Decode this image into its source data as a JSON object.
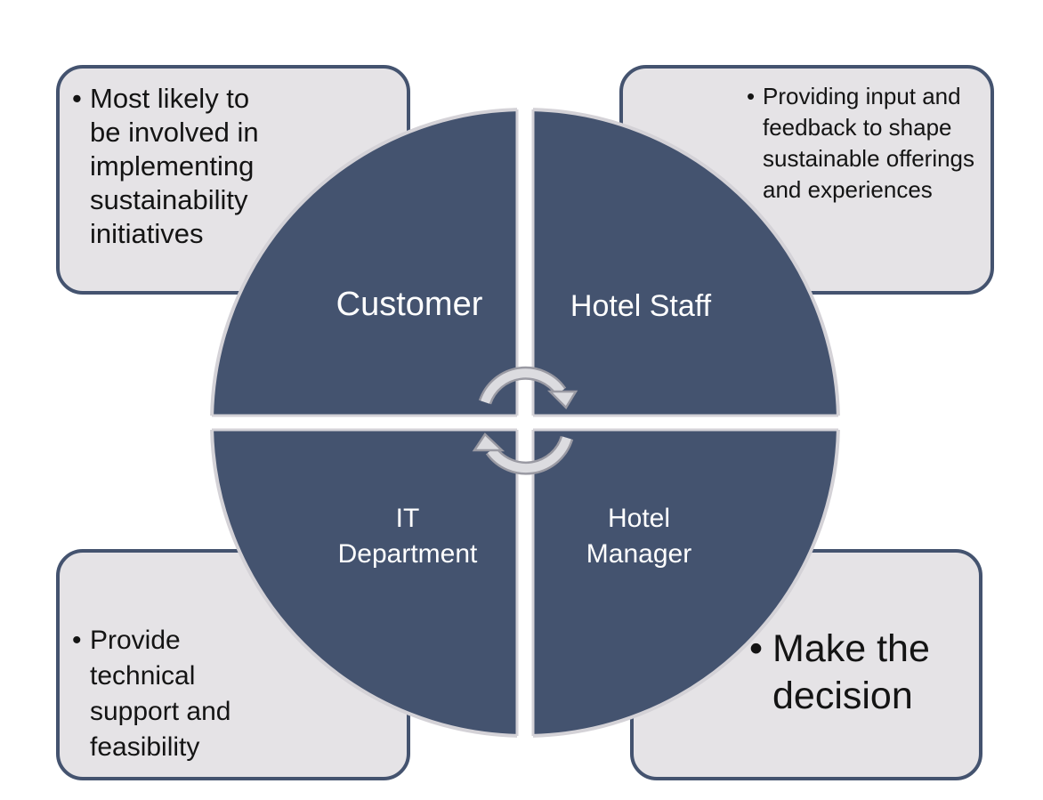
{
  "quadrants": {
    "top_left": {
      "label": "Customer"
    },
    "top_right": {
      "label": "Hotel Staff"
    },
    "bottom_left": {
      "label": "IT\nDepartment"
    },
    "bottom_right": {
      "label": "Hotel\nManager"
    }
  },
  "notes": {
    "top_left": {
      "bullet": "•",
      "text": "Most likely to be involved in implementing sustainability initiatives"
    },
    "top_right": {
      "bullet": "•",
      "text": "Providing input and feedback to shape sustainable offerings and experiences"
    },
    "bottom_left": {
      "bullet": "•",
      "text": "Provide technical support and feasibility"
    },
    "bottom_right": {
      "bullet": "•",
      "text": "Make the decision"
    }
  },
  "colors": {
    "quadrant_fill": "#44536f",
    "box_fill": "#e5e3e6",
    "box_border": "#44536f",
    "arrow_fill": "#d9d9dc"
  },
  "icons": {
    "center": "circular-arrows-icon"
  }
}
